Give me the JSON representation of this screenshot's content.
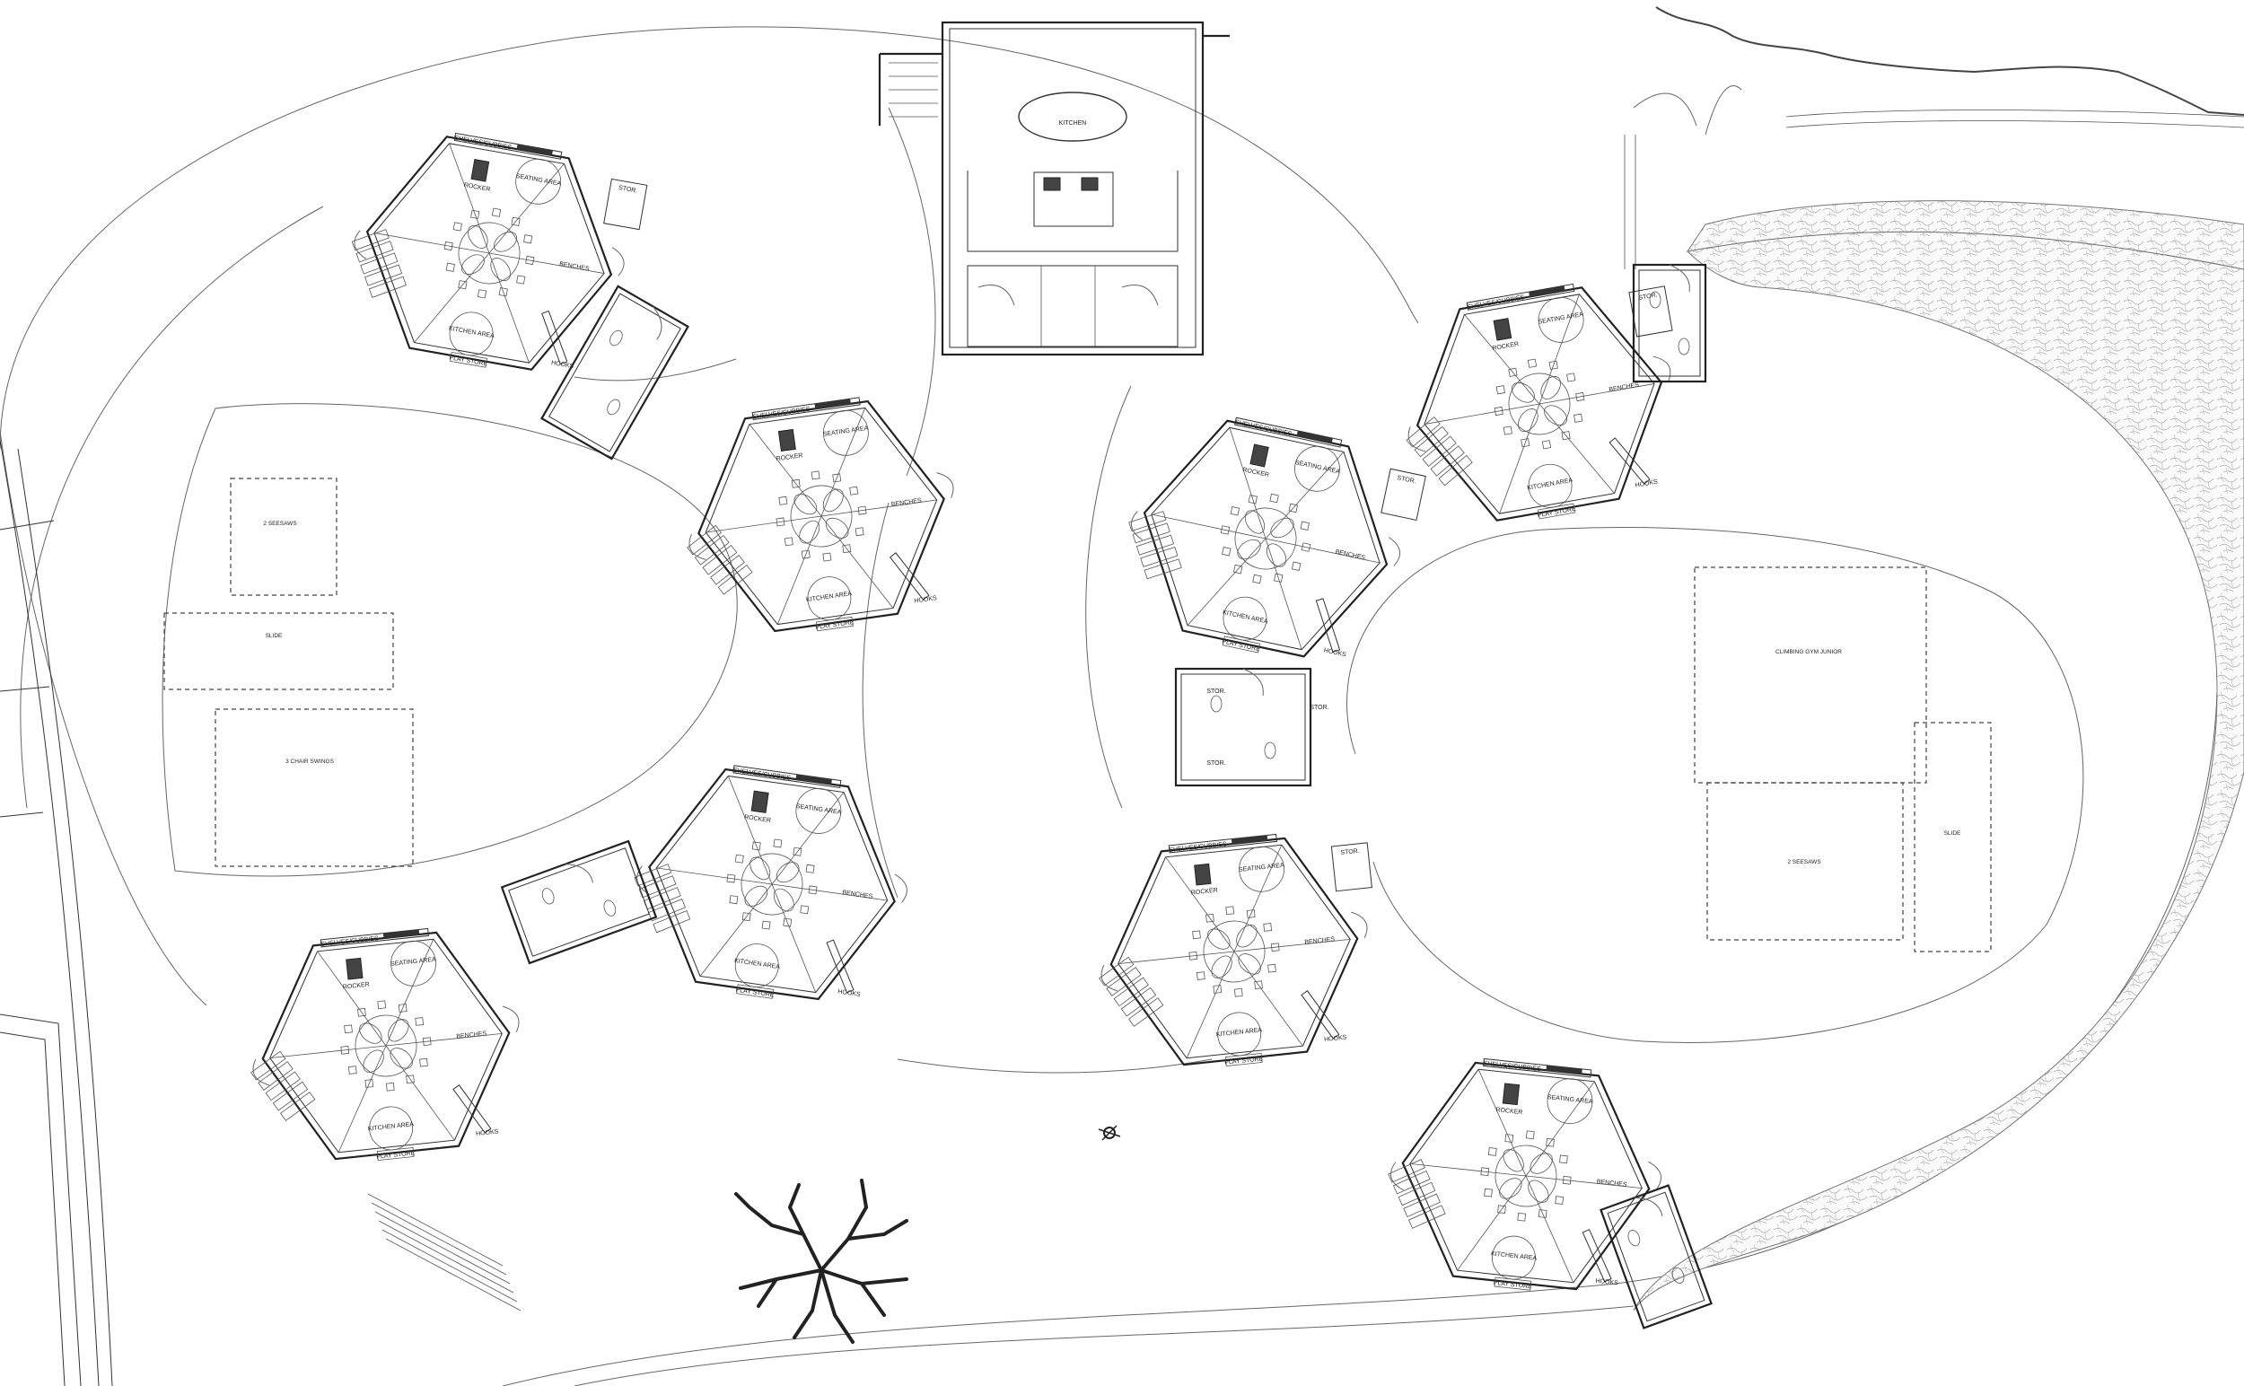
{
  "plan": {
    "kitchen_label": "KITCHEN",
    "modules": [
      {
        "id": "m1",
        "hooks": "HOOKS",
        "shelves": "SHELVES/CUBBIES",
        "seating": "SEATING AREA",
        "kitchen": "KITCHEN AREA",
        "play": "PLAY STORE",
        "rocker": "ROCKER",
        "benches": "BENCHES",
        "stor": "STOR."
      },
      {
        "id": "m2",
        "hooks": "HOOKS",
        "shelves": "SHELVES/CUBBIES",
        "seating": "SEATING AREA",
        "kitchen": "KITCHEN AREA",
        "play": "PLAY STORE",
        "rocker": "ROCKER",
        "benches": "BENCHES",
        "stor": ""
      },
      {
        "id": "m3",
        "hooks": "HOOKS",
        "shelves": "SHELVES/CUBBIES",
        "seating": "SEATING AREA",
        "kitchen": "KITCHEN AREA",
        "play": "PLAY STORE",
        "rocker": "ROCKER",
        "benches": "BENCHES",
        "stor": ""
      },
      {
        "id": "m4",
        "hooks": "HOOKS",
        "shelves": "SHELVES/CUBBIES",
        "seating": "SEATING AREA",
        "kitchen": "KITCHEN AREA",
        "play": "PLAY STORE",
        "rocker": "ROCKER",
        "benches": "BENCHES",
        "stor": ""
      },
      {
        "id": "m5",
        "hooks": "HOOKS",
        "shelves": "SHELVES/CUBBIES",
        "seating": "SEATING AREA",
        "kitchen": "KITCHEN AREA",
        "play": "PLAY STORE",
        "rocker": "ROCKER",
        "benches": "BENCHES",
        "stor": "STOR."
      },
      {
        "id": "m6",
        "hooks": "HOOKS",
        "shelves": "SHELVES/CUBBIES",
        "seating": "SEATING AREA",
        "kitchen": "KITCHEN AREA",
        "play": "PLAY STORE",
        "rocker": "ROCKER",
        "benches": "BENCHES",
        "stor": "STOR."
      },
      {
        "id": "m7",
        "hooks": "HOOKS",
        "shelves": "SHELVES/CUBBIES",
        "seating": "SEATING AREA",
        "kitchen": "KITCHEN AREA",
        "play": "PLAY STORE",
        "rocker": "ROCKER",
        "benches": "BENCHES",
        "stor": "STOR."
      },
      {
        "id": "m8",
        "hooks": "HOOKS",
        "shelves": "SHELVES/CUBBIES",
        "seating": "SEATING AREA",
        "kitchen": "KITCHEN AREA",
        "play": "PLAY STORE",
        "rocker": "ROCKER",
        "benches": "BENCHES",
        "stor": ""
      }
    ],
    "play_zones_left": {
      "seesaws": "2 SEESAWS",
      "slide": "SLIDE",
      "swings": "3 CHAIR SWINGS"
    },
    "play_zones_right": {
      "climbing": "CLIMBING GYM JUNIOR",
      "seesaws": "2 SEESAWS",
      "slide": "SLIDE"
    },
    "stor_labels": [
      "STOR.",
      "STOR.",
      "STOR."
    ]
  }
}
